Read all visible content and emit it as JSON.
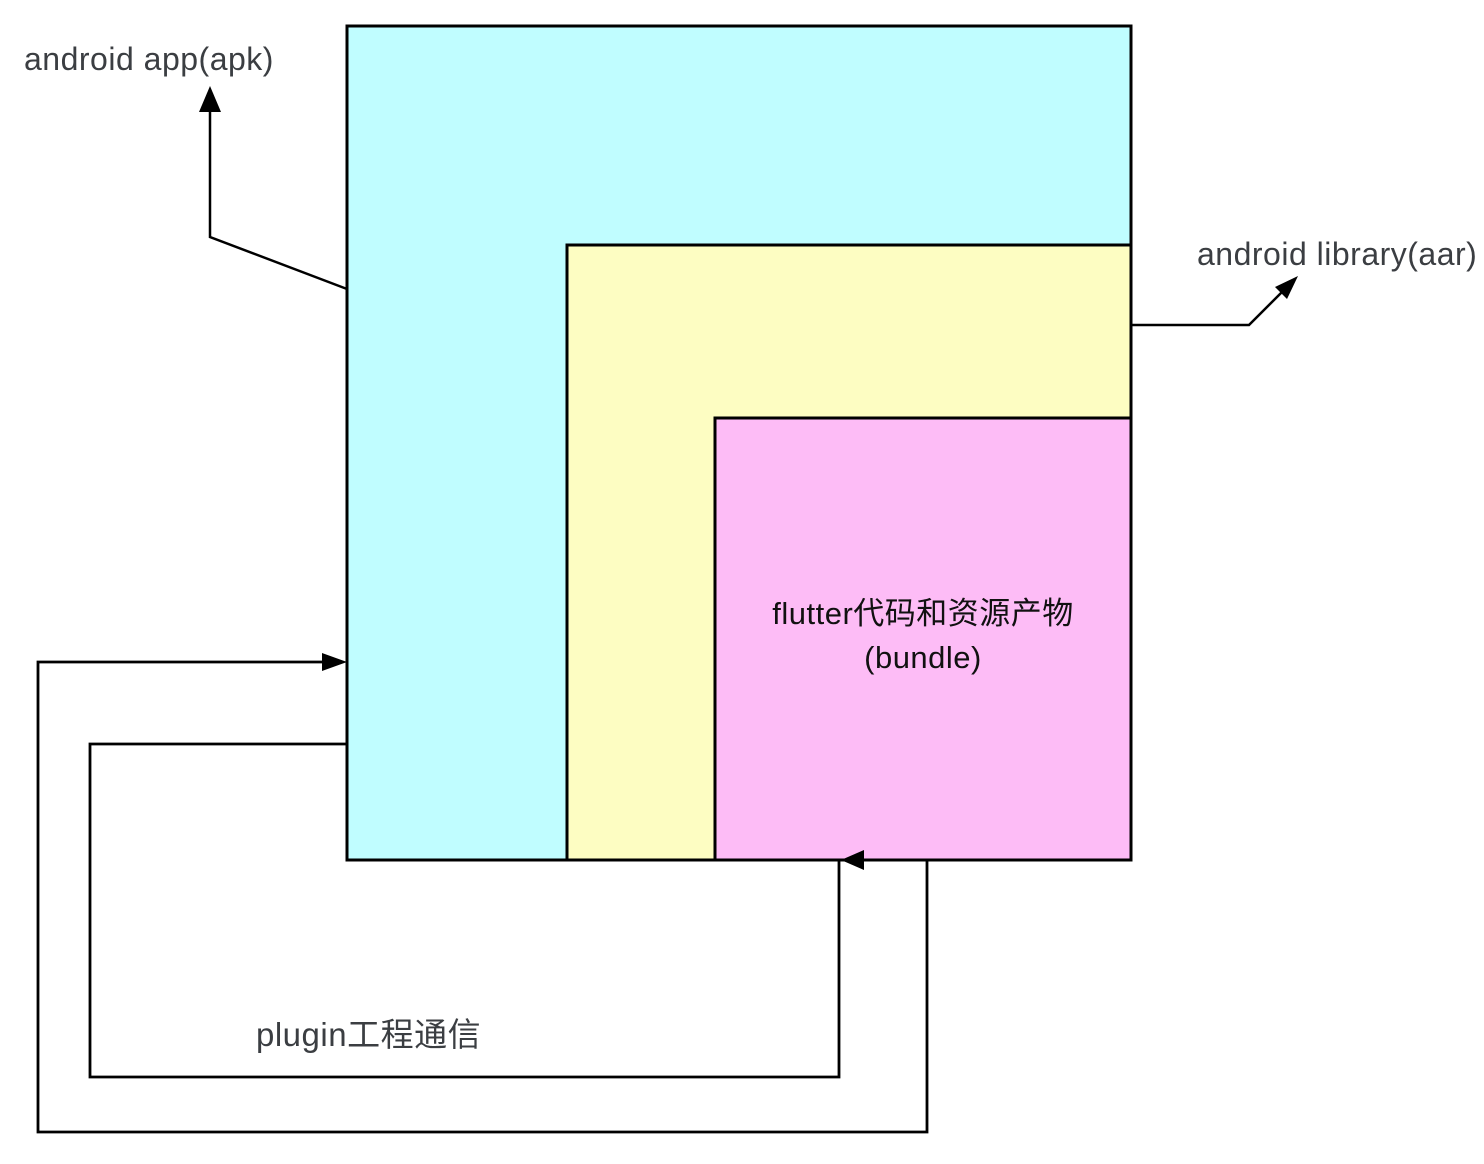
{
  "labels": {
    "android_app": "android app(apk)",
    "android_library": "android library(aar)",
    "plugin_comm": "plugin工程通信"
  },
  "bundle_box": {
    "line1": "flutter代码和资源产物",
    "line2": "(bundle)"
  },
  "colors": {
    "app_fill": "#c0fdff",
    "library_fill": "#fdfdc2",
    "bundle_fill": "#fdbcf6",
    "line": "#000000",
    "label_text": "#3b3e42"
  }
}
